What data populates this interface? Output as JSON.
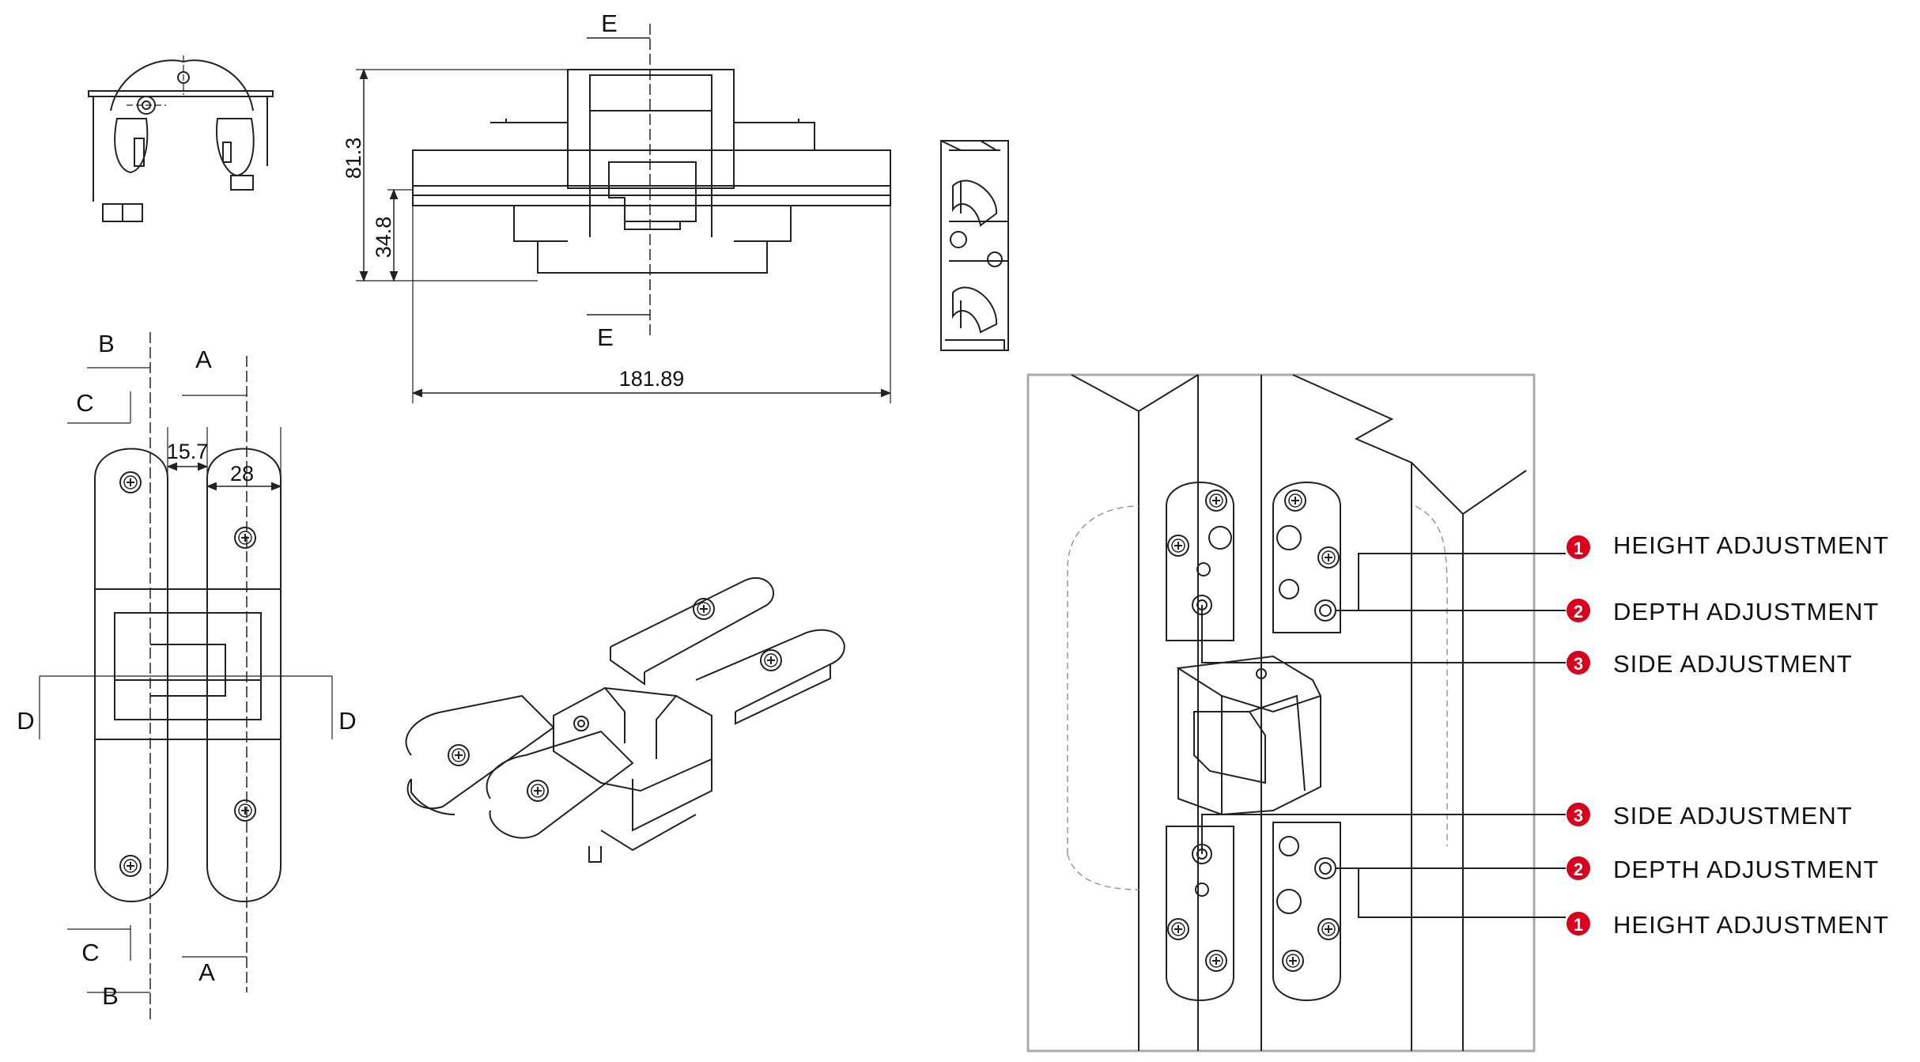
{
  "colors": {
    "line": "#222222",
    "thin": "#555555",
    "frame": "#aaaaaa",
    "badge": "#d9001b",
    "badge_text": "#ffffff"
  },
  "top_view": {
    "label_top": "E",
    "label_bottom": "E",
    "dim_height": "81.3",
    "dim_depth": "34.8",
    "dim_width": "181.89"
  },
  "front_view": {
    "section_labels": {
      "b_top": "B",
      "a_top": "A",
      "c_top": "C",
      "b_bottom": "B",
      "a_bottom": "A",
      "c_bottom": "C",
      "d_left": "D",
      "d_right": "D"
    },
    "dim_gap": "15.7",
    "dim_leaf": "28"
  },
  "callouts": [
    {
      "number": "1",
      "text": "HEIGHT ADJUSTMENT"
    },
    {
      "number": "2",
      "text": "DEPTH ADJUSTMENT"
    },
    {
      "number": "3",
      "text": "SIDE ADJUSTMENT"
    },
    {
      "number": "3",
      "text": "SIDE ADJUSTMENT"
    },
    {
      "number": "2",
      "text": "DEPTH ADJUSTMENT"
    },
    {
      "number": "1",
      "text": "HEIGHT ADJUSTMENT"
    }
  ]
}
